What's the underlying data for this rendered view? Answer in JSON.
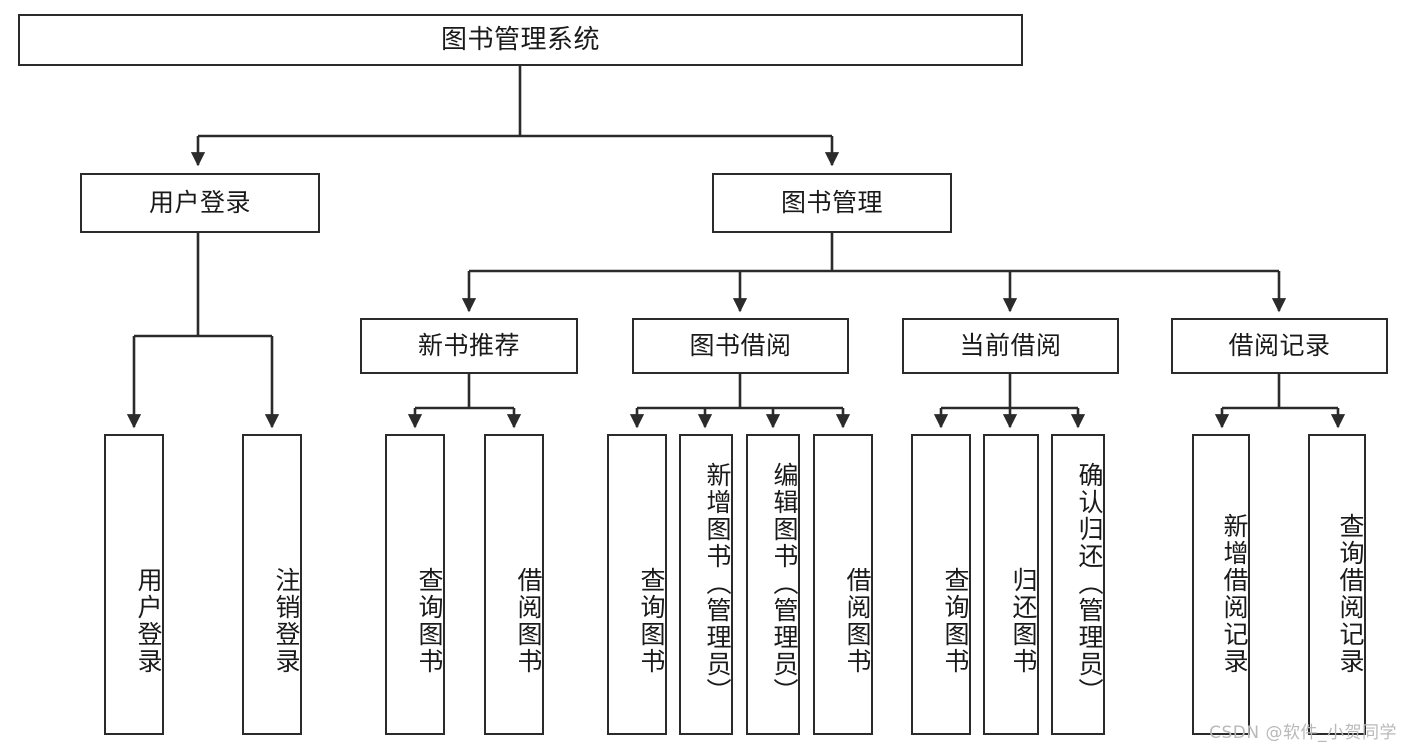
{
  "diagram": {
    "title": "图书管理系统",
    "type": "tree-hierarchy-chart",
    "watermark": "CSDN @软件_小贺同学",
    "colors": {
      "stroke": "#2b2b2b",
      "fill": "#ffffff",
      "text": "#1a1a1a",
      "watermark": "#b9b9b9"
    },
    "nodes": {
      "root": {
        "label": "图书管理系统"
      },
      "level1": [
        {
          "id": "user-login",
          "label": "用户登录"
        },
        {
          "id": "book-manage",
          "label": "图书管理"
        }
      ],
      "level2": [
        {
          "id": "new-book-recommend",
          "label": "新书推荐"
        },
        {
          "id": "book-borrow",
          "label": "图书借阅"
        },
        {
          "id": "current-borrow",
          "label": "当前借阅"
        },
        {
          "id": "borrow-record",
          "label": "借阅记录"
        }
      ],
      "leaves": {
        "user-login": [
          {
            "id": "leaf-user-login",
            "label": "用户登录"
          },
          {
            "id": "leaf-logout",
            "label": "注销登录"
          }
        ],
        "new-book-recommend": [
          {
            "id": "leaf-query-book-1",
            "label": "查询图书"
          },
          {
            "id": "leaf-borrow-book-1",
            "label": "借阅图书"
          }
        ],
        "book-borrow": [
          {
            "id": "leaf-query-book-2",
            "label": "查询图书"
          },
          {
            "id": "leaf-add-book",
            "label": "新增图书（管理员）"
          },
          {
            "id": "leaf-edit-book",
            "label": "编辑图书（管理员）"
          },
          {
            "id": "leaf-borrow-book-2",
            "label": "借阅图书"
          }
        ],
        "current-borrow": [
          {
            "id": "leaf-query-book-3",
            "label": "查询图书"
          },
          {
            "id": "leaf-return-book",
            "label": "归还图书"
          },
          {
            "id": "leaf-confirm-return",
            "label": "确认归还（管理员）"
          }
        ],
        "borrow-record": [
          {
            "id": "leaf-add-record",
            "label": "新增借阅记录"
          },
          {
            "id": "leaf-query-record",
            "label": "查询借阅记录"
          }
        ]
      }
    }
  }
}
